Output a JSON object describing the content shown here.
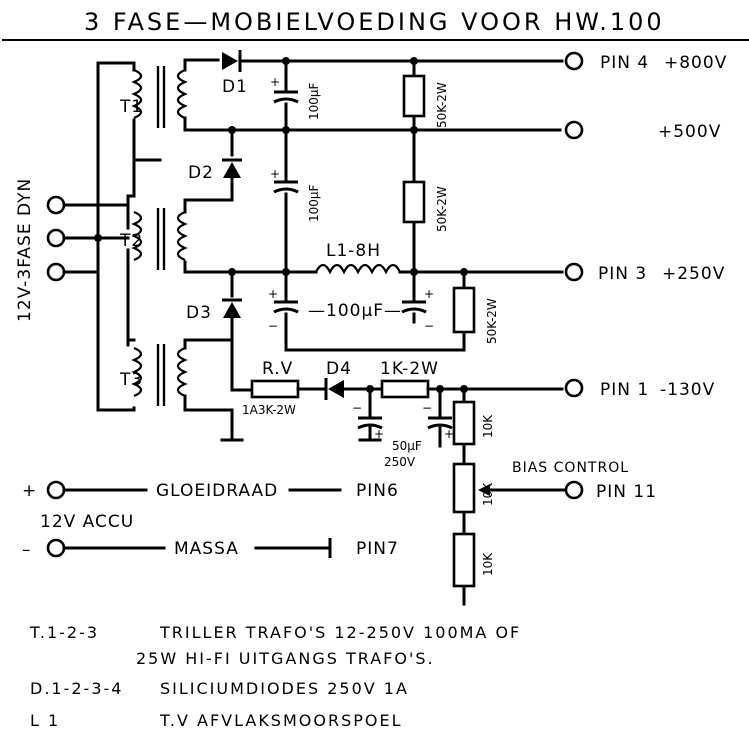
{
  "title": "3 FASE—MOBIELVOEDING VOOR HW.100",
  "input_label": "12V-3FASE DYN",
  "transformers": [
    "T1",
    "T2",
    "T3"
  ],
  "diodes": [
    "D1",
    "D2",
    "D3",
    "D4"
  ],
  "components": {
    "c1": "100µF",
    "c2": "100µF",
    "c3": "—100µF—",
    "c4": "50µF",
    "c4_voltage": "250V",
    "r1": "50K-2W",
    "r2": "50K-2W",
    "r3": "50K-2W",
    "rv": "R.V",
    "rv_value": "1A3K-2W",
    "r_series": "1K-2W",
    "r_b1": "10K",
    "r_b2": "10K",
    "r_b3": "10K",
    "inductor": "L1-8H"
  },
  "outputs": [
    {
      "pin": "PIN 4",
      "voltage": "+800V"
    },
    {
      "pin": "",
      "voltage": "+500V"
    },
    {
      "pin": "PIN 3",
      "voltage": "+250V"
    },
    {
      "pin": "PIN 1",
      "voltage": "-130V"
    }
  ],
  "bias": {
    "label": "BIAS CONTROL",
    "pin": "PIN 11"
  },
  "accu": {
    "label": "12V ACCU",
    "plus": "+",
    "minus": "–",
    "gloeidraad": "GLOEIDRAAD",
    "gloeidraad_pin": "PIN6",
    "massa": "MASSA",
    "massa_pin": "PIN7"
  },
  "notes": [
    {
      "ref": "T.1-2-3",
      "text": "TRILLER TRAFO'S 12-250V 100MA OF"
    },
    {
      "ref": "",
      "text": "25W HI-FI UITGANGS TRAFO'S."
    },
    {
      "ref": "D.1-2-3-4",
      "text": "SILICIUMDIODES 250V 1A"
    },
    {
      "ref": "L 1",
      "text": "T.V AFVLAKSMOORSPOEL"
    }
  ]
}
